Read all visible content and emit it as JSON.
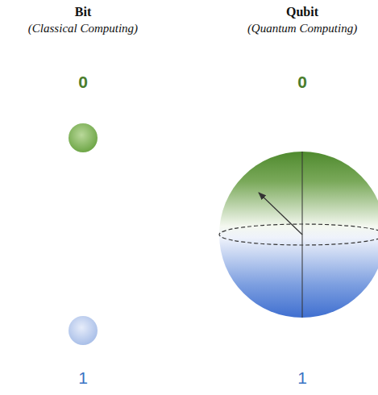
{
  "diagram": {
    "labels": [
      "Bit",
      "(Classical Computing)",
      "Qubit",
      "(Quantum Computing)",
      "0",
      "0",
      "1",
      "1"
    ]
  }
}
